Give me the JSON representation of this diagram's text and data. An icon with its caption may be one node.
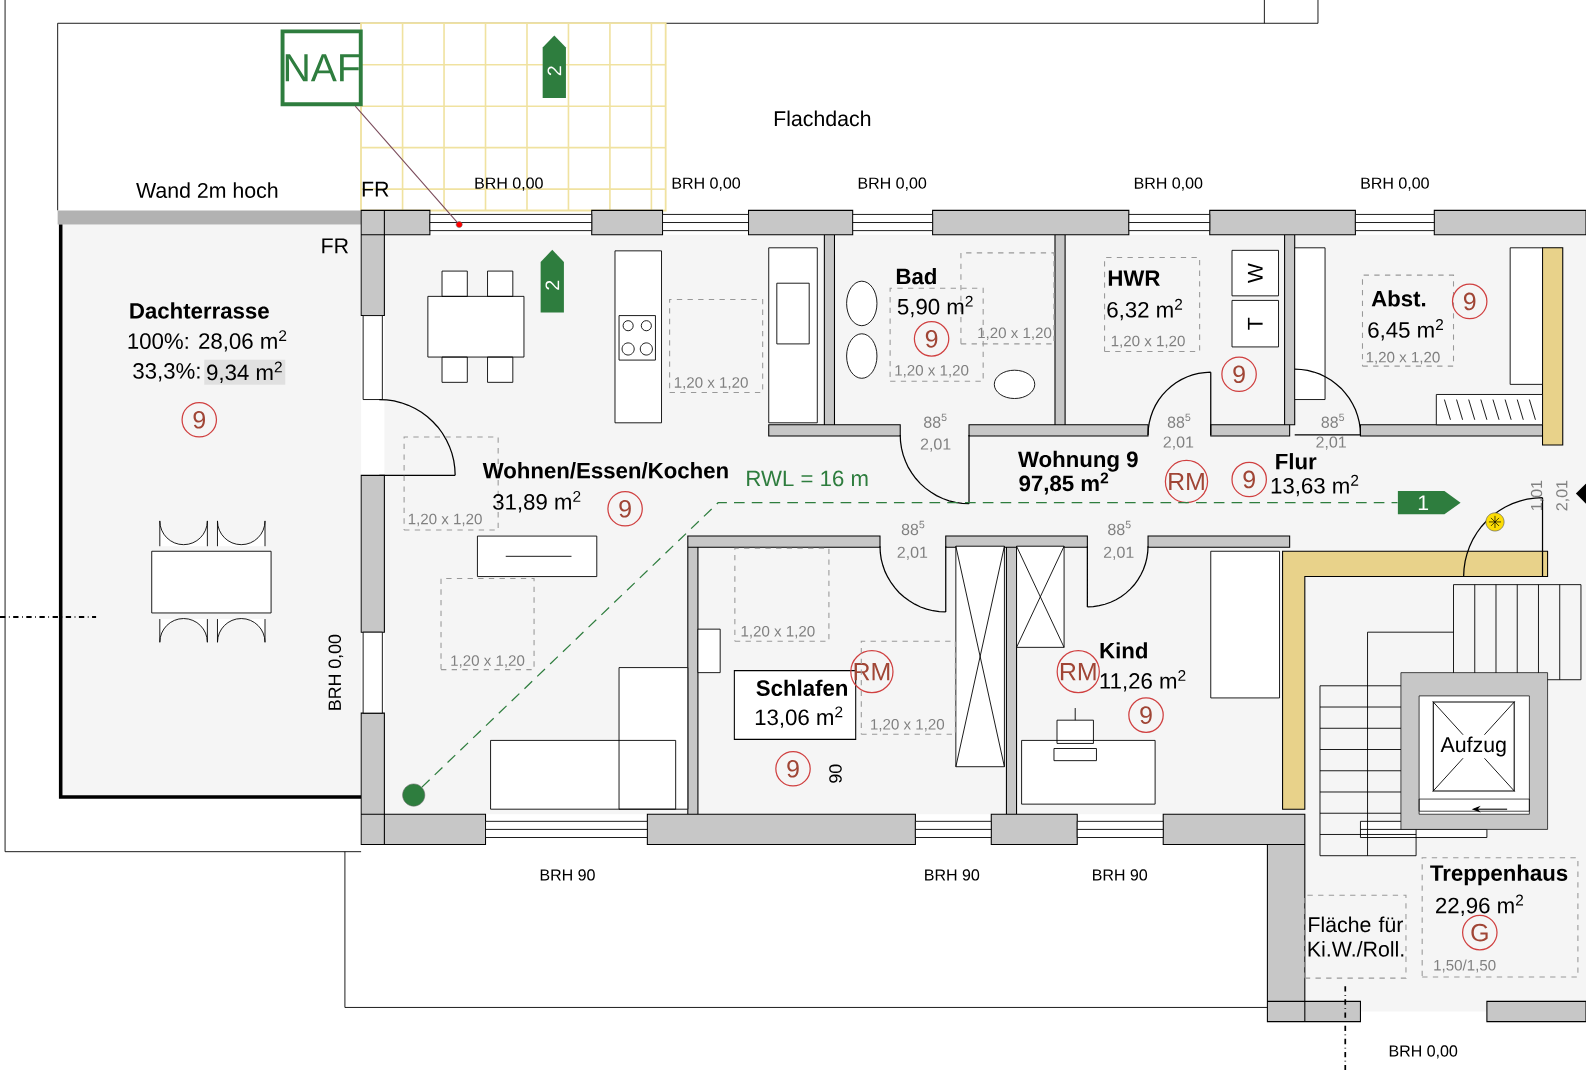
{
  "diagram": {
    "nodes": [
      {
        "text": [
          "NAF"
        ]
      },
      {
        "text": [
          "2"
        ]
      },
      {
        "text": [
          "2"
        ]
      },
      {
        "text": [],
        "shape": "circle"
      },
      {
        "text": [
          "9"
        ]
      },
      {
        "text": [
          "1,20 x 1,20"
        ]
      },
      {
        "text": [
          "9"
        ],
        "in": 5
      },
      {
        "text": [
          "1,20 x 1,20"
        ]
      },
      {
        "text": [
          "1,20 x 1,20"
        ]
      },
      {
        "text": [
          "1,20 x 1,20"
        ]
      },
      {
        "text": [
          "W"
        ]
      },
      {
        "text": [
          "T"
        ]
      },
      {
        "text": [
          "9"
        ]
      },
      {
        "text": [
          "1,20 x 1,20"
        ]
      },
      {
        "text": [
          "9"
        ]
      },
      {
        "text": [
          "1,20 x 1,20"
        ]
      },
      {
        "text": [
          "9"
        ]
      },
      {
        "text": [
          "RM"
        ]
      },
      {
        "text": [
          "9"
        ]
      },
      {
        "text": [
          "1"
        ]
      },
      {
        "text": [],
        "shape": "circle"
      },
      {
        "text": [
          "1,20 x 1,20"
        ]
      },
      {
        "text": [
          "1,20 x 1,20"
        ]
      },
      {
        "text": [
          "Schlafen",
          "13,06 m$^{2}$"
        ]
      },
      {
        "text": [
          "RM"
        ]
      },
      {
        "text": [
          "1,20 x 1,20"
        ]
      },
      {
        "text": [
          "9"
        ]
      },
      {
        "text": [
          "RM"
        ]
      },
      {
        "text": [
          "9"
        ]
      },
      {
        "text": [
          "Aufzug"
        ]
      },
      {
        "text": [
          "Fläche für Ki.W./Roll."
        ]
      },
      {
        "text": [
          "Treppenhaus",
          "22,96 m$^{2}$",
          "1,50/1,50"
        ]
      },
      {
        "text": [
          "G"
        ],
        "in": 31
      }
    ],
    "edges": [
      {
        "from": 0,
        "to": 3,
        "arrow": "none",
        "color": "#7a4a5a"
      },
      {
        "from": 20,
        "to": 19,
        "arrow": "none",
        "style": "dashed",
        "color": "#2e7d3e",
        "label": "RWL = 16 m"
      }
    ],
    "labels": [
      "Flachdach",
      "Wand 2m hoch",
      "FR",
      "BRH 0,00",
      "BRH 0,00",
      "BRH 0,00",
      "BRH 0,00",
      "BRH 0,00",
      "FR",
      "Bad",
      "HWR",
      "Abst.",
      "Dachterrasse",
      "5,90 m$^{2}$",
      "6,32 m$^{2}$",
      "6,45 m$^{2}$",
      "100%: 28,06 m$^{2}$",
      "33,3%:",
      "9,34 m$^{2}$",
      "88$^{5}$",
      "88$^{5}$",
      "88$^{5}$",
      "2,01",
      "2,01",
      "2,01",
      "Wohnen/Essen/Kochen",
      "Wohnung 9",
      "Flur",
      "31,89 m$^{2}$",
      "97,85 m$^{2}$",
      "13,63 m$^{2}$",
      "1,01",
      "2,01",
      "88$^{5}$",
      "88$^{5}$",
      "2,01",
      "2,01",
      "BRH 0,00",
      "Kind",
      "11,26 m$^{2}$",
      "90",
      "BRH 90",
      "BRH 90",
      "BRH 90",
      "BRH 0,00"
    ]
  }
}
